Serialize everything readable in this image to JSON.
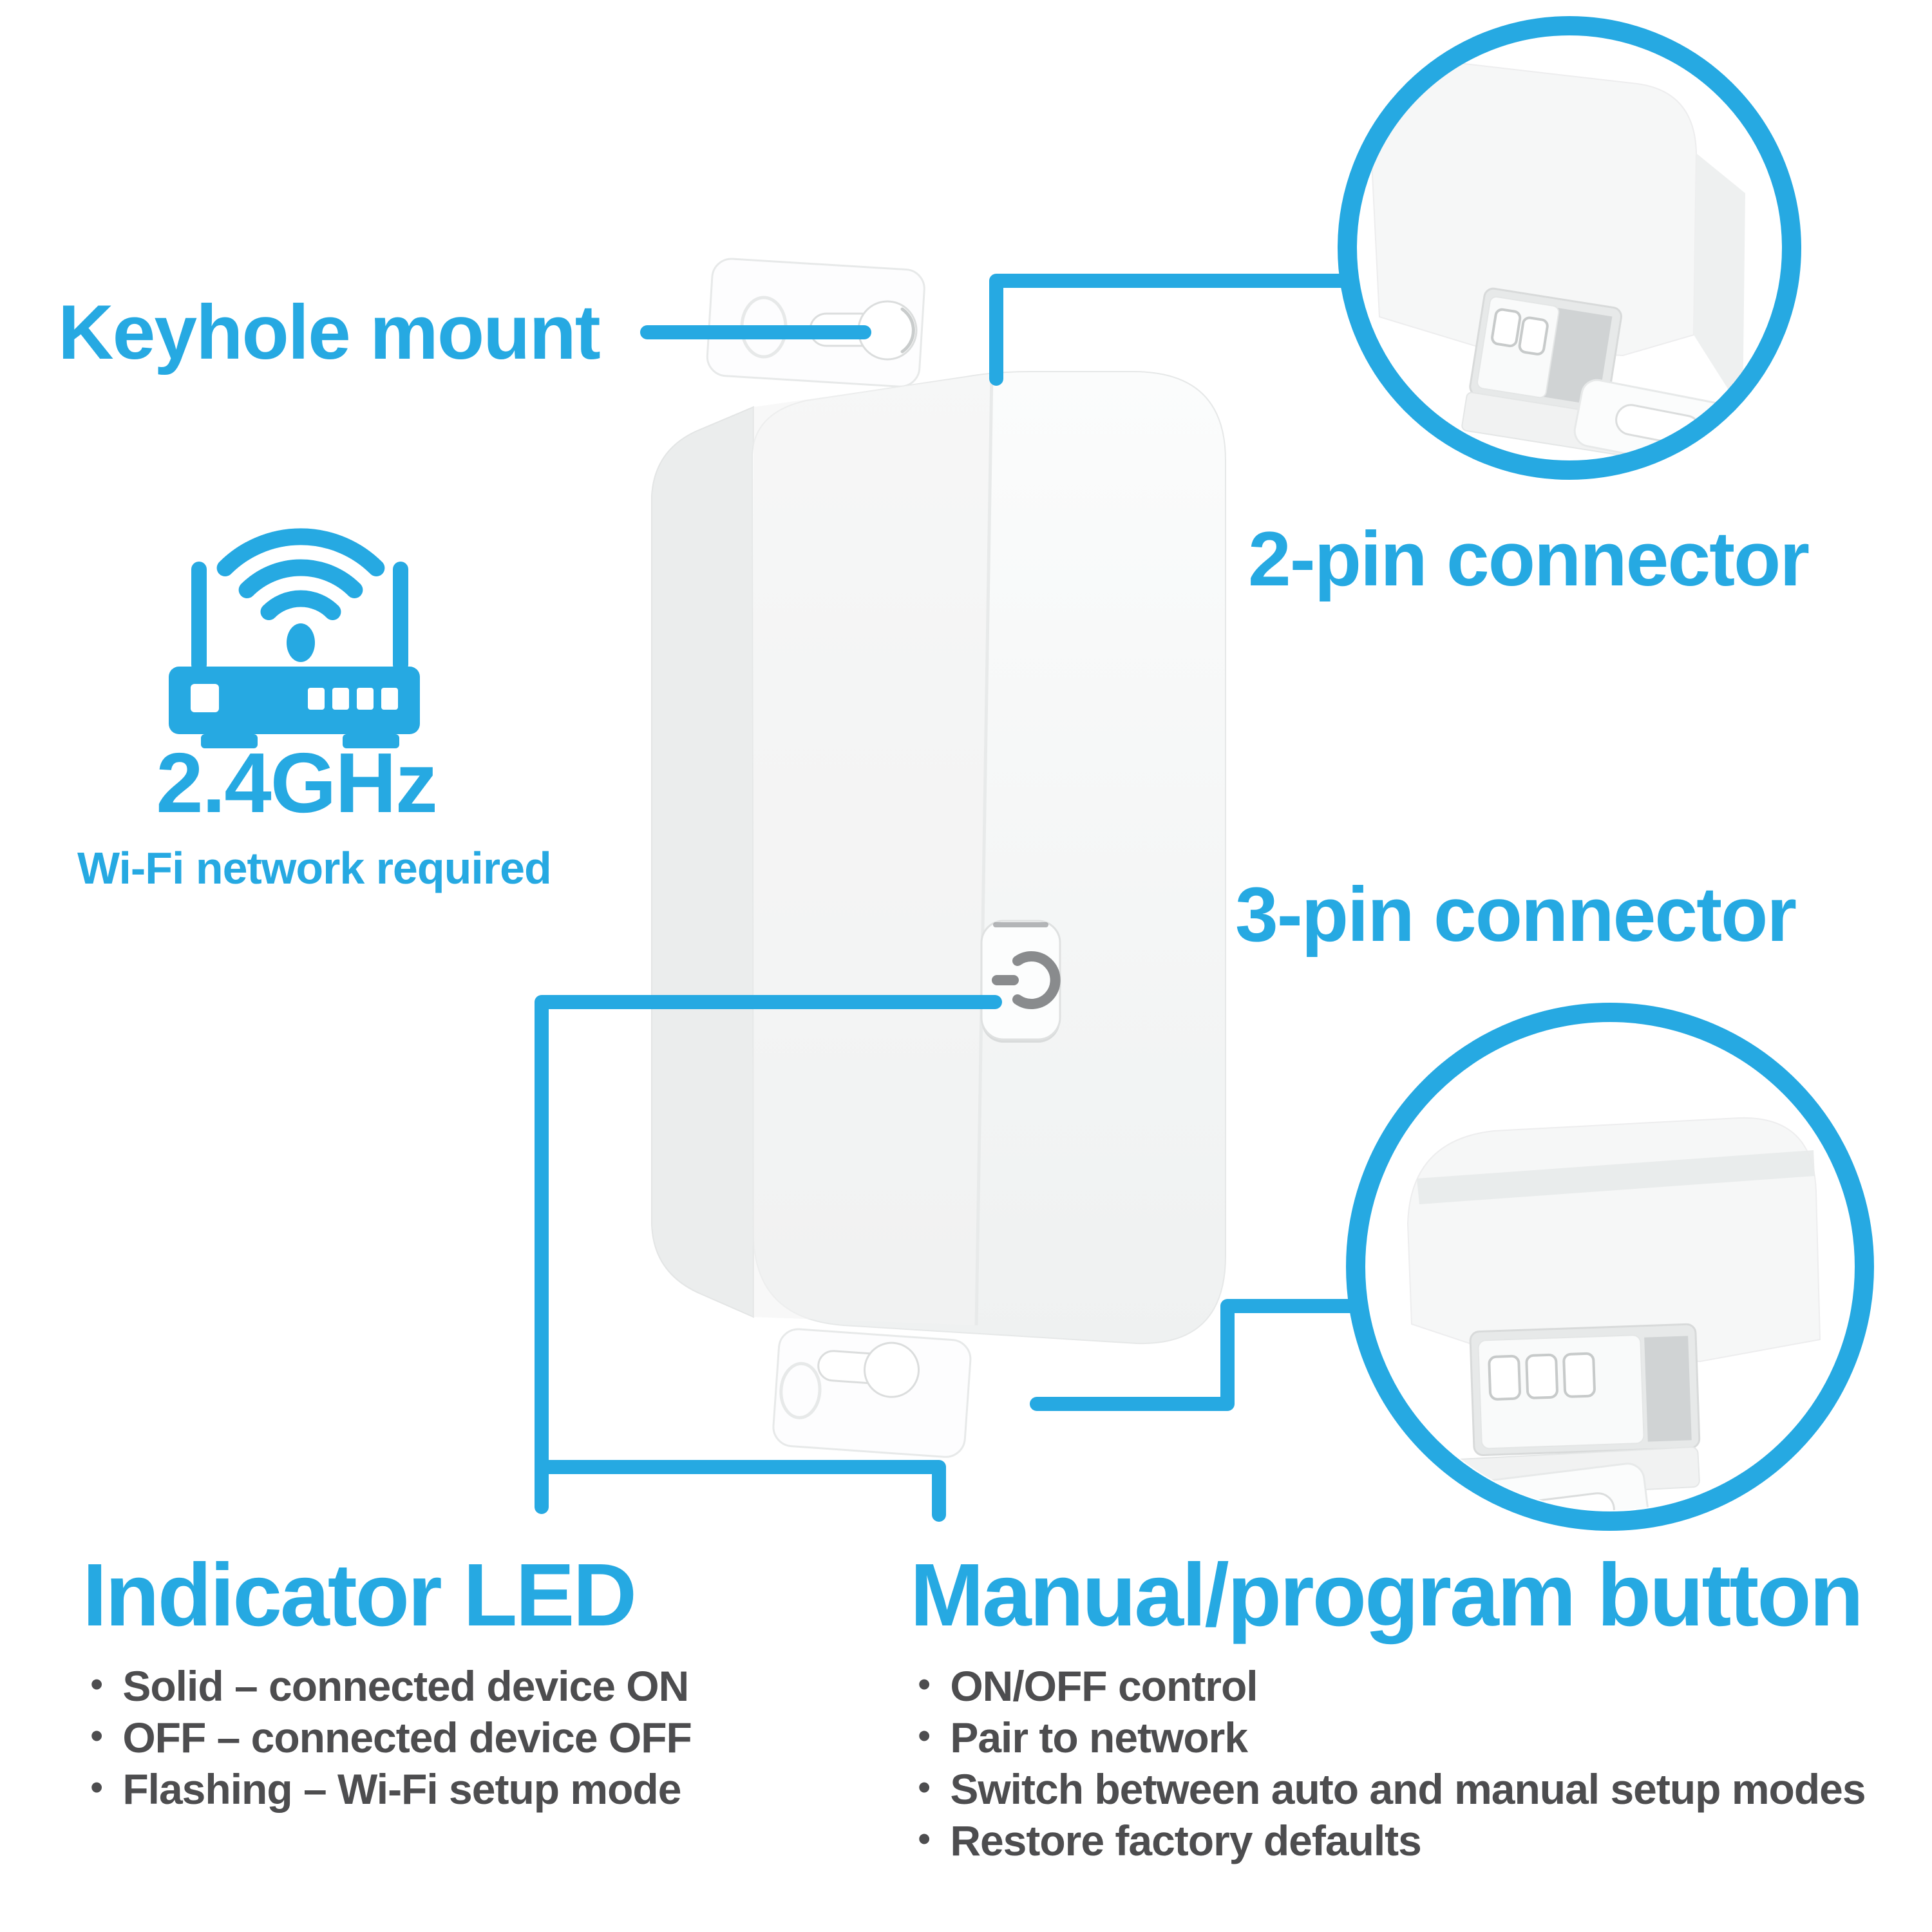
{
  "page": {
    "background": "#ffffff"
  },
  "colors": {
    "accent": "#26A9E2",
    "body_text": "#4D4D4F",
    "device_white": "#F6F7F7",
    "recess_gray": "#D0D3D4",
    "icon_gray": "#898B8D"
  },
  "bullet_char": "•",
  "labels": {
    "keyhole": "Keyhole mount",
    "two_pin": "2-pin connector",
    "three_pin": "3-pin connector"
  },
  "wifi_badge": {
    "frequency": "2.4GHz",
    "caption": "Wi-Fi network required"
  },
  "sections": {
    "indicator_led": {
      "title": "Indicator LED",
      "items": [
        "Solid – connected device ON",
        "OFF – connected device OFF",
        "Flashing – Wi-Fi setup mode"
      ]
    },
    "manual_button": {
      "title": "Manual/program button",
      "items": [
        "ON/OFF control",
        "Pair to network",
        "Switch between auto and manual setup modes",
        "Restore factory defaults"
      ]
    }
  },
  "icons": {
    "router": "wifi-router-icon",
    "power_button": "power-icon",
    "keyhole_top": "keyhole-slot-icon",
    "keyhole_bottom": "keyhole-slot-icon",
    "inset_two_pin": "2-pin-connector-photo",
    "inset_three_pin": "3-pin-connector-photo"
  }
}
